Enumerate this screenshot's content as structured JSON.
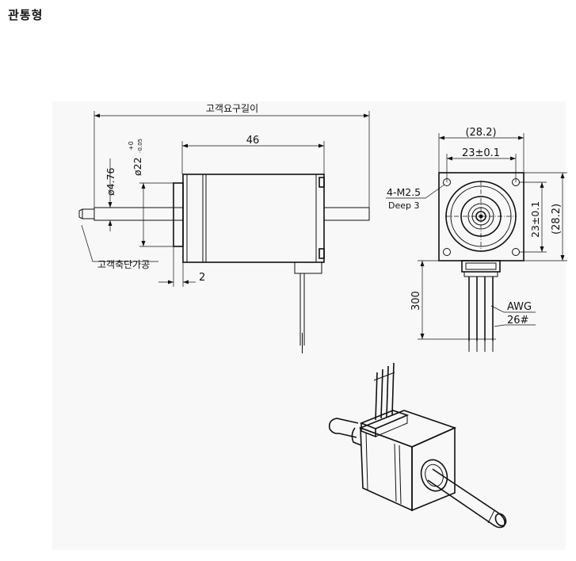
{
  "header": {
    "title": "관통형"
  },
  "front_view": {
    "length_required": "고객요구길이",
    "body_length": "46",
    "shaft_dia": "ø4.76",
    "boss_dia": "ø22",
    "boss_tol_upper": "+0",
    "boss_tol_lower": "-0.05",
    "shaft_end_note": "고객축단가공",
    "boss_height": "2"
  },
  "side_view": {
    "width_outer": "(28.2)",
    "hole_pitch": "23±0.1",
    "height_outer": "(28.2)",
    "hole_pitch_v": "23±0.1",
    "tap": "4-M2.5",
    "tap_depth": "Deep 3",
    "lead_length": "300",
    "awg_label": "AWG",
    "awg_size": "26#"
  }
}
